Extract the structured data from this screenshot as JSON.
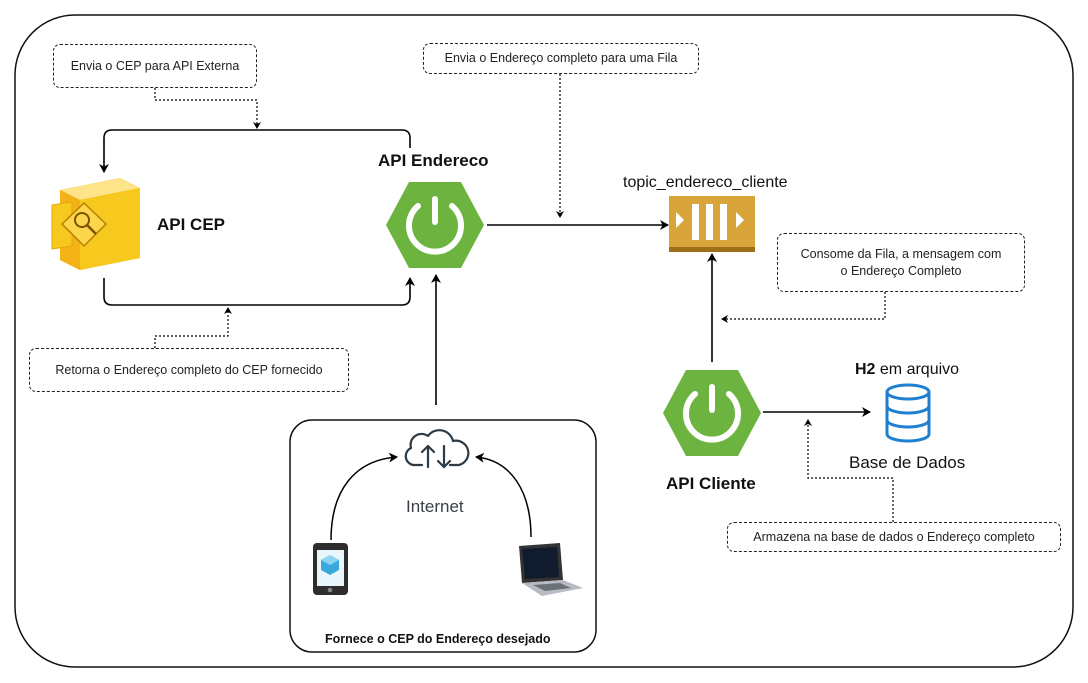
{
  "nodes": {
    "api_cep": {
      "label": "API CEP"
    },
    "api_endereco": {
      "label": "API Endereco"
    },
    "topic": {
      "label": "topic_endereco_cliente"
    },
    "api_cliente": {
      "label": "API Cliente"
    },
    "database": {
      "label_bold": "H2",
      "label_rest": "em arquivo",
      "caption": "Base de Dados"
    },
    "internet": {
      "label": "Internet"
    },
    "client_group": {
      "label": "Fornece o CEP do Endereço desejado"
    }
  },
  "notes": {
    "send_cep": "Envia o CEP para API Externa",
    "send_queue": "Envia o Endereço completo para uma Fila",
    "return_address": "Retorna o Endereço completo do CEP fornecido",
    "consume_queue": "Consome da Fila, a mensagem com o Endereço Completo",
    "store_db": "Armazena na base de dados o Endereço completo"
  },
  "colors": {
    "spring_green": "#6db33f",
    "queue_gold": "#d9a43a",
    "db_blue": "#1f7fd1",
    "cep_yellow": "#f5c518"
  }
}
